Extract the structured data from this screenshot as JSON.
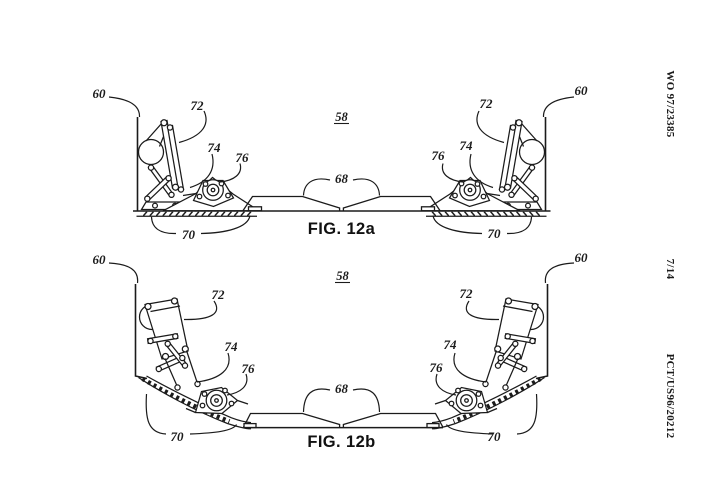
{
  "margin": {
    "publication_number": "WO 97/23385",
    "sheet_index": "7/14",
    "application_number": "PCT/US96/20212"
  },
  "fig12a": {
    "caption": "FIG. 12a",
    "assembly_ref": "58",
    "refs": {
      "sidewall": "60",
      "linkage": "72",
      "link": "74",
      "bracket": "76",
      "platform": "68",
      "ramp": "70"
    }
  },
  "fig12b": {
    "caption": "FIG. 12b",
    "assembly_ref": "58",
    "refs": {
      "sidewall": "60",
      "linkage": "72",
      "link": "74",
      "bracket": "76",
      "platform": "68",
      "ramp": "70"
    }
  },
  "colors": {
    "ink": "#1b1b1b",
    "paper": "#ffffff"
  }
}
